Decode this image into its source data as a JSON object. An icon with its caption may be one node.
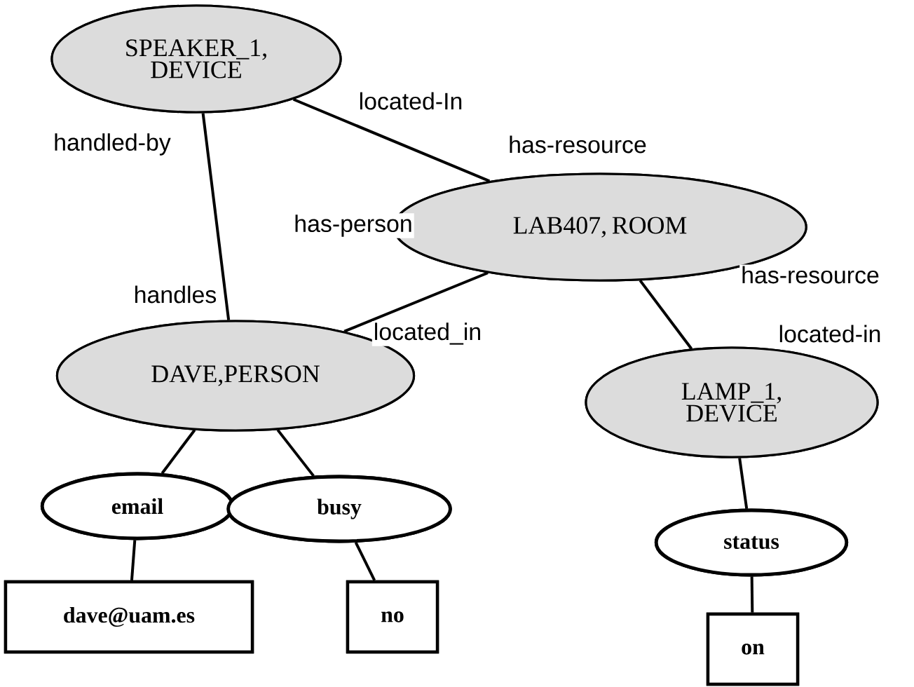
{
  "diagram": {
    "nodes": [
      {
        "text": [
          "SPEAKER_1, DEVICE"
        ]
      },
      {
        "text": [
          "LAB407, ROOM"
        ]
      },
      {
        "text": [
          "DAVE,PERSON"
        ]
      },
      {
        "text": [
          "LAMP_1, DEVICE"
        ]
      },
      {
        "text": [
          "email"
        ]
      },
      {
        "text": [
          "busy"
        ]
      },
      {
        "text": [
          "status"
        ]
      },
      {
        "text": [
          "dave@uam.es"
        ]
      },
      {
        "text": [
          "no"
        ]
      },
      {
        "text": [
          "on"
        ]
      }
    ],
    "edges": [
      {
        "from": 0,
        "to": 1,
        "arrow": "none",
        "label": "located-In"
      },
      {
        "from": 0,
        "to": 2,
        "arrow": "none",
        "label": "handled-by"
      },
      {
        "from": 1,
        "to": 2,
        "arrow": "none",
        "label": "has-person"
      },
      {
        "from": 1,
        "to": 3,
        "arrow": "none",
        "label": "has-resource"
      },
      {
        "from": 2,
        "to": 4,
        "arrow": "none"
      },
      {
        "from": 2,
        "to": 5,
        "arrow": "none"
      },
      {
        "from": 4,
        "to": 7,
        "arrow": "none"
      },
      {
        "from": 5,
        "to": 8,
        "arrow": "none"
      },
      {
        "from": 3,
        "to": 6,
        "arrow": "none"
      },
      {
        "from": 6,
        "to": 9,
        "arrow": "none"
      }
    ],
    "labels": [
      "has-resource",
      "handles",
      "located_in",
      "located-in"
    ]
  }
}
